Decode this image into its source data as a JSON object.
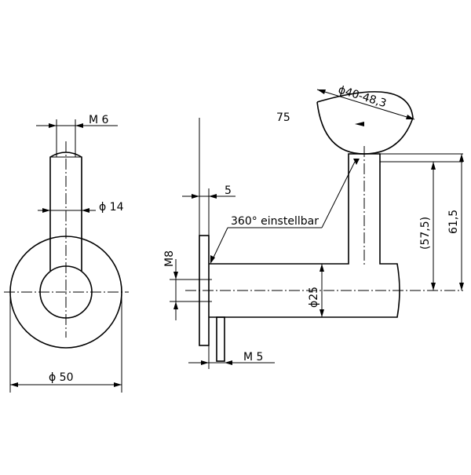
{
  "left_view": {
    "thread_top": "M 6",
    "pin_diameter": "ϕ 14",
    "plate_diameter": "ϕ 50"
  },
  "side_view": {
    "dim_75": "75",
    "saddle_diameter": "ϕ40-48,3",
    "plate_thickness": "5",
    "note_rotation": "360° einstellbar",
    "thread_m8": "M8",
    "tube_diameter": "ϕ25",
    "dim_57_5": "(57,5)",
    "dim_61_5": "61,5",
    "thread_m5": "M 5"
  }
}
